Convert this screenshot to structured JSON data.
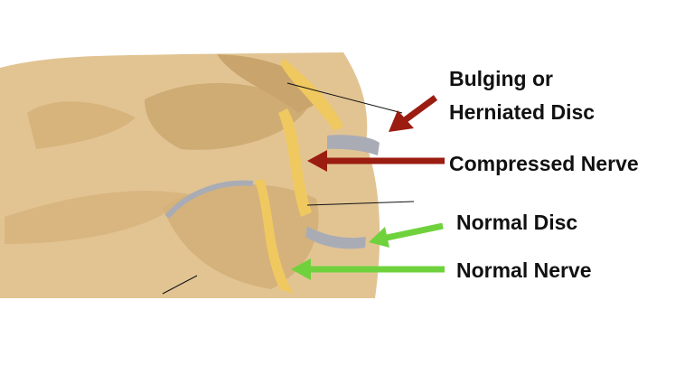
{
  "labels": {
    "bulging_line1": "Bulging or",
    "bulging_line2": "Herniated Disc",
    "compressed_nerve": "Compressed Nerve",
    "normal_disc": "Normal Disc",
    "normal_nerve": "Normal Nerve"
  },
  "colors": {
    "bone": "#e2c493",
    "bone_shadow": "#c9a46c",
    "nerve": "#f0c860",
    "disc": "#a9acb4",
    "arrow_red": "#9b1c10",
    "arrow_green": "#6fd23c"
  }
}
